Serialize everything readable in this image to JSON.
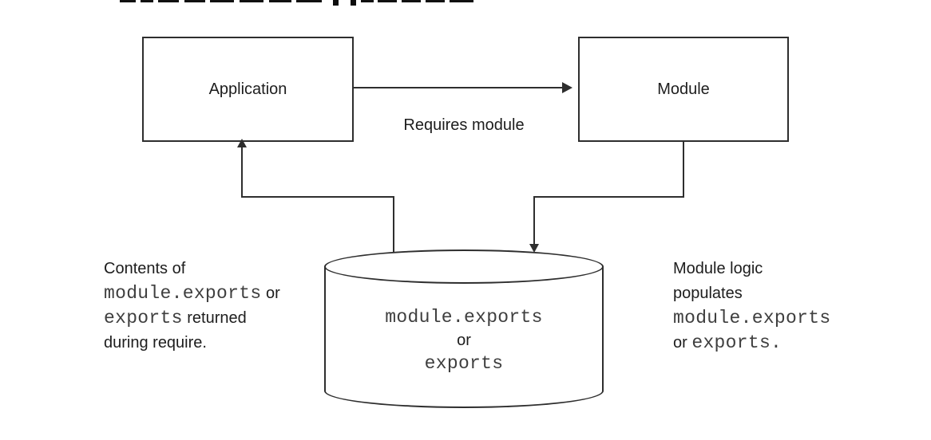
{
  "diagram": {
    "nodes": {
      "application": {
        "label": "Application"
      },
      "module": {
        "label": "Module"
      },
      "datastore": {
        "line1": "module.exports",
        "line2": "or",
        "line3": "exports"
      }
    },
    "edges": {
      "requires": {
        "label": "Requires module"
      }
    },
    "annotations": {
      "left": {
        "line1_text": "Contents of",
        "line2_code": "module.exports",
        "line2_text": " or",
        "line3_code": "exports",
        "line3_text": " returned",
        "line4_text": "during require."
      },
      "right": {
        "line1_text": "Module logic",
        "line2_text": "populates",
        "line3_code": "module.exports",
        "line4_text": "or ",
        "line4_code": "exports."
      }
    },
    "colors": {
      "stroke": "#2e2e2e",
      "text": "#1d1d1d",
      "code_text": "#3f3f3f",
      "background": "#ffffff"
    }
  }
}
